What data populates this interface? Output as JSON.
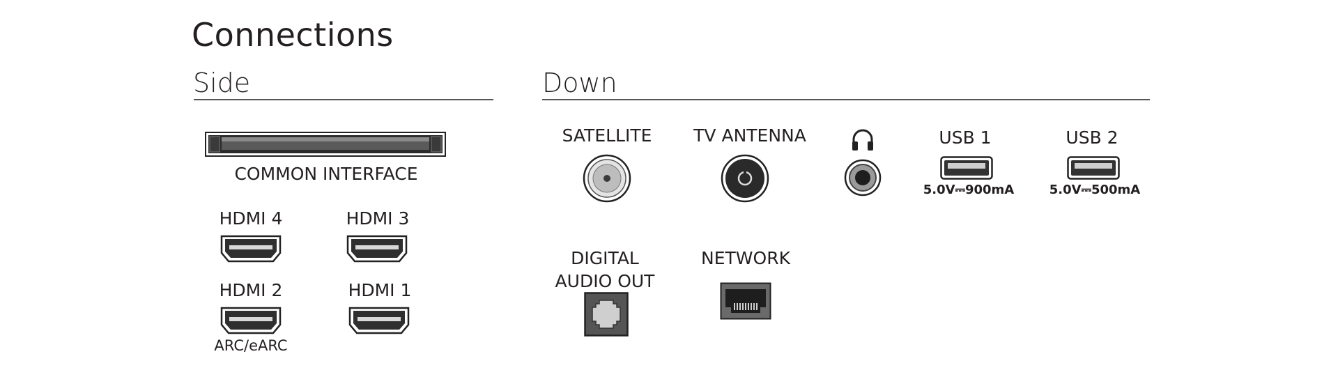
{
  "title": "Connections",
  "sections": {
    "side": "Side",
    "down": "Down"
  },
  "side": {
    "common_interface": "COMMON INTERFACE",
    "hdmi4": "HDMI 4",
    "hdmi3": "HDMI 3",
    "hdmi2": "HDMI 2",
    "hdmi2_sub": "ARC/eARC",
    "hdmi1": "HDMI 1"
  },
  "down": {
    "satellite": "SATELLITE",
    "tv_antenna": "TV ANTENNA",
    "usb1": "USB 1",
    "usb1_spec": "5.0V⎓900mA",
    "usb2": "USB 2",
    "usb2_spec": "5.0V⎓500mA",
    "digital_audio_out_line1": "DIGITAL",
    "digital_audio_out_line2": "AUDIO OUT",
    "network": "NETWORK"
  },
  "icons": {
    "headphone": "headphone-icon",
    "hdmi": "hdmi-port-icon",
    "usb": "usb-port-icon",
    "coax": "coax-port-icon",
    "optical": "optical-port-icon",
    "ethernet": "ethernet-port-icon",
    "ci_slot": "ci-slot-icon"
  }
}
